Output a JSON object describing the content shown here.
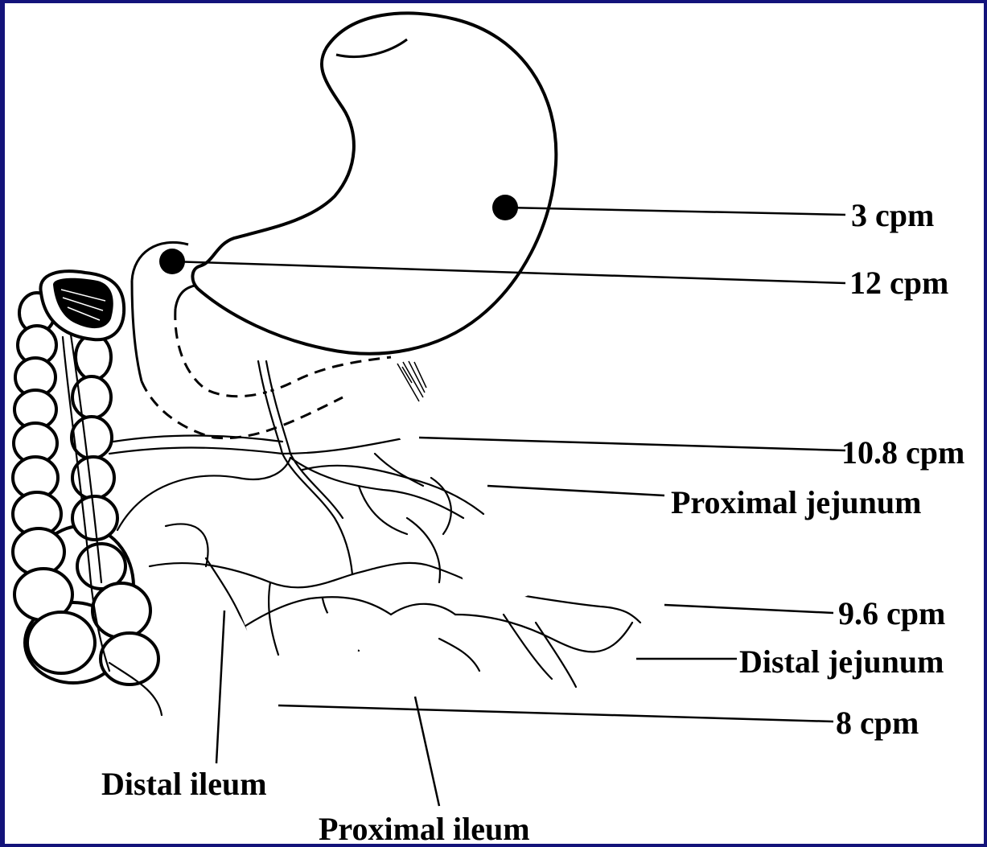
{
  "colors": {
    "frame": "#13137a",
    "background": "#ffffff",
    "ink": "#000000"
  },
  "labels": {
    "stomach_body": "3 cpm",
    "duodenum": "12 cpm",
    "upper_jejunum": "10.8 cpm",
    "proximal_jejunum": "Proximal jejunum",
    "mid_jejunum": "9.6 cpm",
    "distal_jejunum": "Distal jejunum",
    "ileum": "8 cpm",
    "distal_ileum": "Distal ileum",
    "proximal_ileum": "Proximal ileum"
  }
}
